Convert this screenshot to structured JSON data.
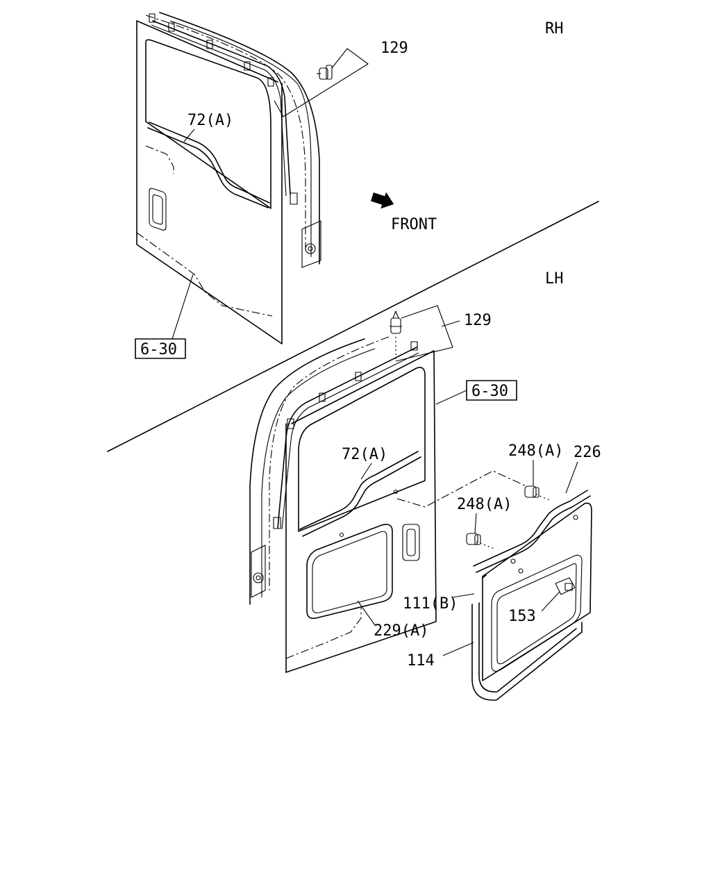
{
  "section_labels": {
    "rh": "RH",
    "lh": "LH"
  },
  "direction_label": "FRONT",
  "rh": {
    "part_129": "129",
    "part_72a": "72(A)",
    "ref_630": "6-30"
  },
  "lh": {
    "part_129": "129",
    "ref_630": "6-30",
    "part_72a": "72(A)",
    "part_248a_top": "248(A)",
    "part_226": "226",
    "part_248a_mid": "248(A)",
    "part_111b": "111(B)",
    "part_153": "153",
    "part_229a": "229(A)",
    "part_114": "114"
  }
}
